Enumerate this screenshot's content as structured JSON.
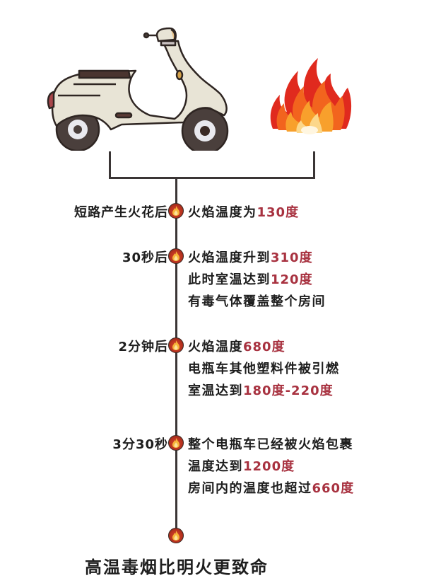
{
  "illustrations": {
    "left": "electric-scooter",
    "right": "fire-flames"
  },
  "timeline": [
    {
      "time": "短路产生火花后",
      "lines": [
        {
          "text": "火焰温度为",
          "value": "130度"
        }
      ]
    },
    {
      "time": "30秒后",
      "lines": [
        {
          "text": "火焰温度升到",
          "value": "310度"
        },
        {
          "text": "此时室温达到",
          "value": "120度"
        },
        {
          "text": "有毒气体覆盖整个房间",
          "value": ""
        }
      ]
    },
    {
      "time": "2分钟后",
      "lines": [
        {
          "text": "火焰温度",
          "value": "680度"
        },
        {
          "text": "电瓶车其他塑料件被引燃",
          "value": ""
        },
        {
          "text": "室温达到",
          "value": "180度-220度"
        }
      ]
    },
    {
      "time": "3分30秒",
      "lines": [
        {
          "text": "整个电瓶车已经被火焰包裹",
          "value": ""
        },
        {
          "text": "温度达到",
          "value": "1200度"
        },
        {
          "text": "房间内的温度也超过",
          "value": "660度"
        }
      ]
    }
  ],
  "conclusion": "高温毒烟比明火更致命",
  "colors": {
    "text": "#1e1e1e",
    "highlight": "#a83240",
    "line": "#3a3535",
    "node": "#c0391f"
  }
}
